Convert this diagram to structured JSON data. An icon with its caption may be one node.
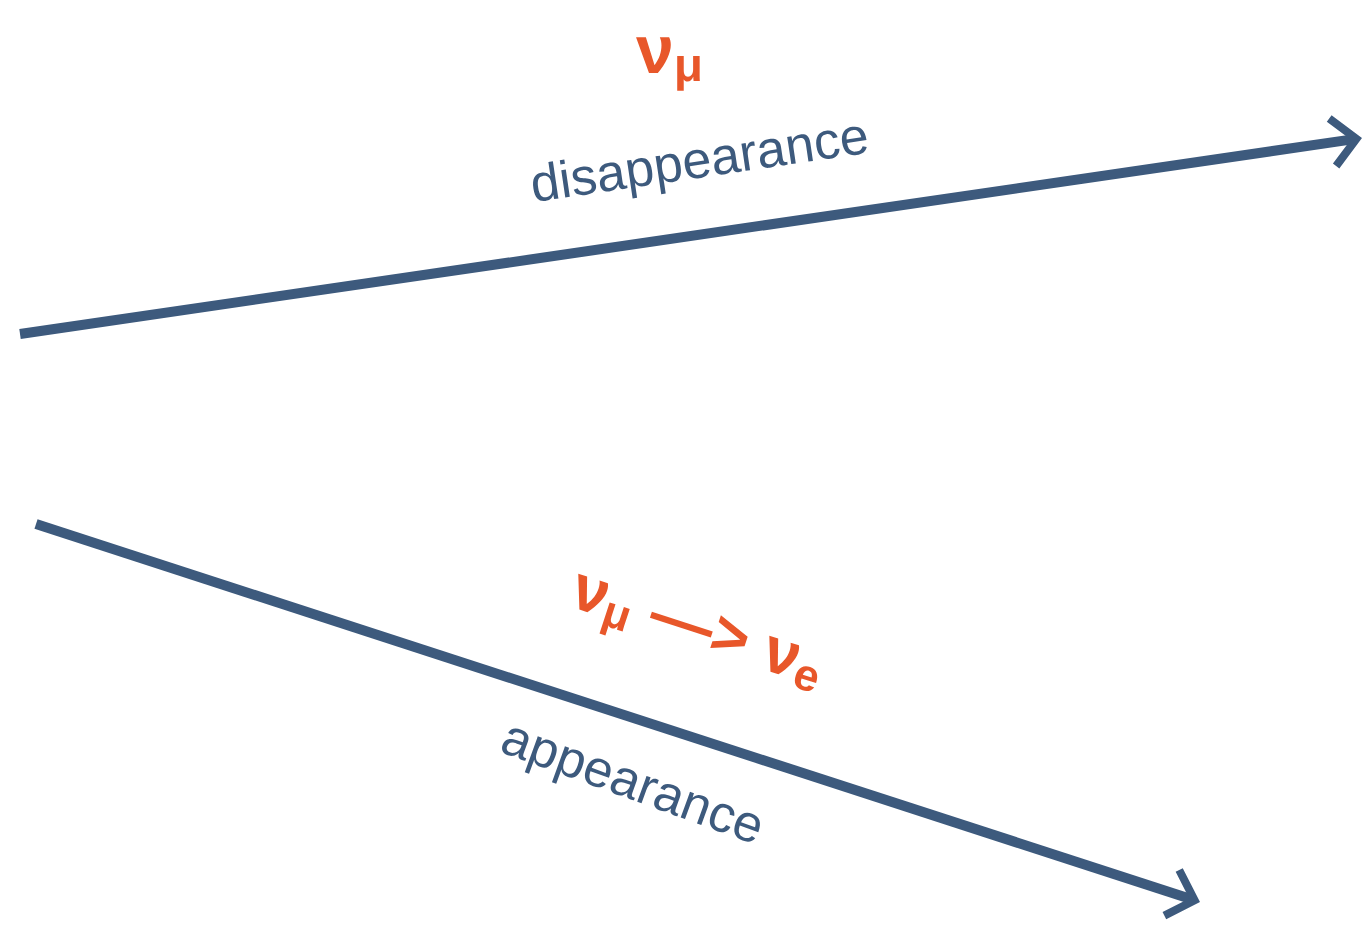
{
  "diagram": {
    "labels": [
      "ν$_{μ}$",
      "disappearance",
      "ν$_{μ}$ —> ν$_{e}$",
      "appearance"
    ]
  }
}
